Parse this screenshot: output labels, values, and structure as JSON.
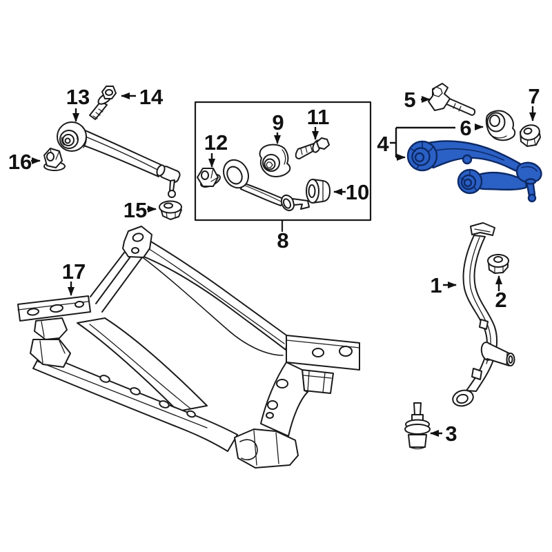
{
  "figure": {
    "type": "exploded-parts-diagram",
    "subject": "front-suspension-components",
    "background_color": "#ffffff",
    "line_color": "#1a1a1a",
    "label_color": "#111111",
    "highlight": {
      "fill": "#2b60c5",
      "outline": "#0d2a66",
      "highlighted_callout": "4"
    },
    "callouts": [
      {
        "label": "1",
        "part": "steering-knuckle"
      },
      {
        "label": "2",
        "part": "knuckle-flange-nut"
      },
      {
        "label": "3",
        "part": "lower-ball-joint"
      },
      {
        "label": "4",
        "part": "upper-control-arm-highlighted"
      },
      {
        "label": "5",
        "part": "guide-bracket-bolt"
      },
      {
        "label": "6",
        "part": "control-arm-bushing-mount"
      },
      {
        "label": "7",
        "part": "flange-nut"
      },
      {
        "label": "8",
        "part": "lower-control-arm-kit-box"
      },
      {
        "label": "9",
        "part": "kit-bushing-large"
      },
      {
        "label": "10",
        "part": "kit-bushing-small"
      },
      {
        "label": "11",
        "part": "kit-bolt"
      },
      {
        "label": "12",
        "part": "kit-flange-nut"
      },
      {
        "label": "13",
        "part": "tension-strut-arm"
      },
      {
        "label": "14",
        "part": "strut-bolt"
      },
      {
        "label": "15",
        "part": "strut-nut-rear"
      },
      {
        "label": "16",
        "part": "strut-nut-front"
      },
      {
        "label": "17",
        "part": "suspension-crossmember"
      }
    ]
  }
}
